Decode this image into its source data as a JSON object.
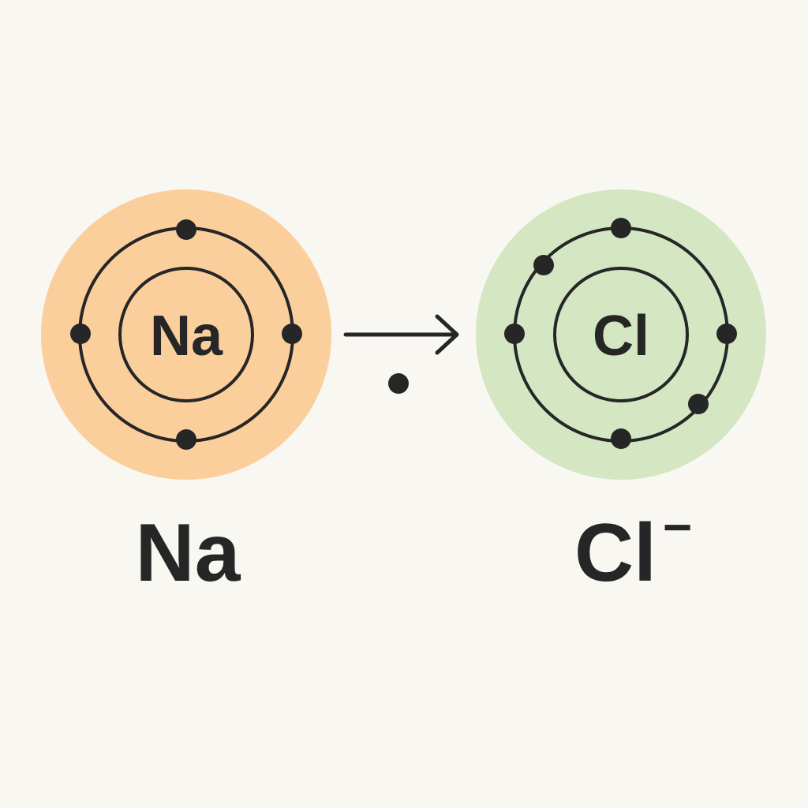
{
  "colors": {
    "background": "#f9f7f2",
    "ink": "#262626",
    "sodium_fill": "#fbcf9c",
    "chlorine_fill": "#d4e6c2"
  },
  "sodium": {
    "symbol": "Na",
    "caption": "Na",
    "outer_shell_electrons": 4
  },
  "chlorine": {
    "symbol": "Cl",
    "caption": "Cl",
    "charge": "−",
    "outer_shell_electrons": 6
  },
  "transfer": {
    "electron_count": 1
  }
}
